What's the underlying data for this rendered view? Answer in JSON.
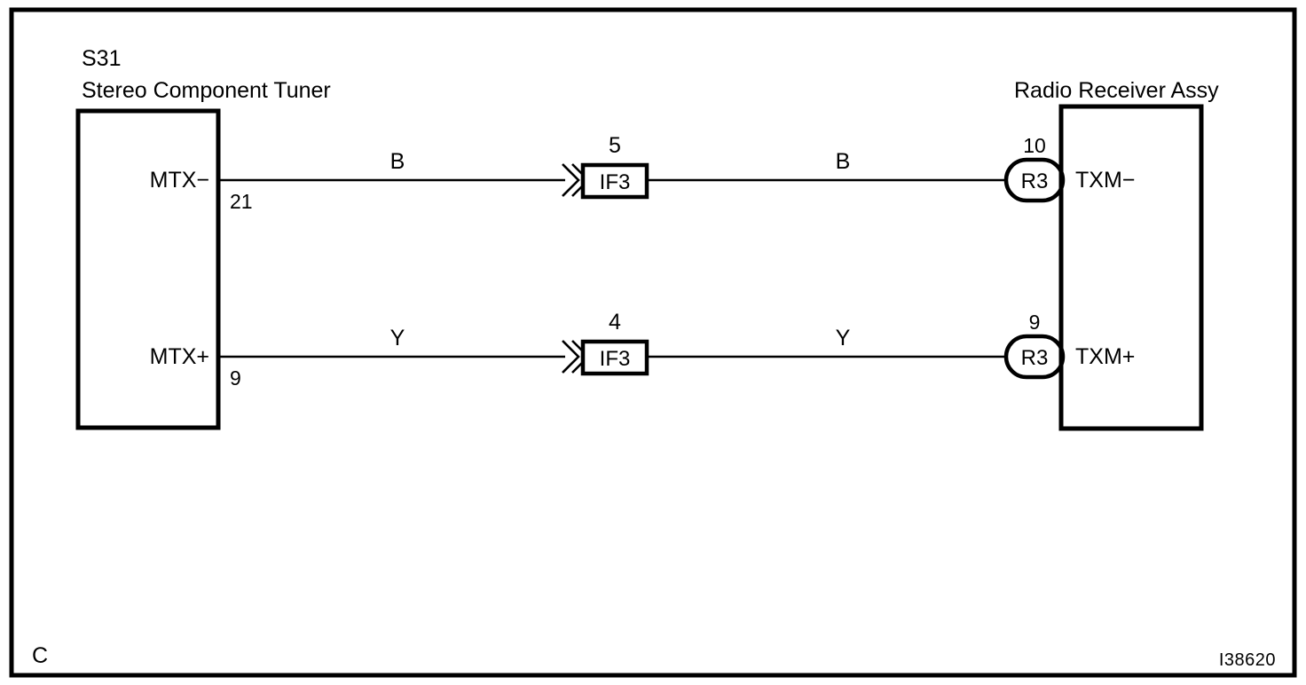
{
  "figure": {
    "corner_label": "C",
    "figure_code": "I38620",
    "background_color": "#ffffff",
    "line_color": "#000000"
  },
  "left_component": {
    "id_label": "S31",
    "name": "Stereo Component Tuner",
    "terminals": [
      {
        "name": "MTX−",
        "pin": "21"
      },
      {
        "name": "MTX+",
        "pin": "9"
      }
    ]
  },
  "right_component": {
    "name": "Radio Receiver Assy",
    "terminals": [
      {
        "name": "TXM−",
        "pin": "10",
        "connector_code": "R3"
      },
      {
        "name": "TXM+",
        "pin": "9",
        "connector_code": "R3"
      }
    ]
  },
  "circuits": [
    {
      "name": "mtx-minus-circuit",
      "from_terminal": "MTX−",
      "from_pin": "21",
      "wire_color_left": "B",
      "junction": {
        "code": "IF3",
        "number": "5"
      },
      "wire_color_right": "B",
      "to_connector": "R3",
      "to_pin": "10",
      "to_terminal": "TXM−"
    },
    {
      "name": "mtx-plus-circuit",
      "from_terminal": "MTX+",
      "from_pin": "9",
      "wire_color_left": "Y",
      "junction": {
        "code": "IF3",
        "number": "4"
      },
      "wire_color_right": "Y",
      "to_connector": "R3",
      "to_pin": "9",
      "to_terminal": "TXM+"
    }
  ],
  "icons": {
    "junction_arrow": "double-chevron-right-icon"
  }
}
